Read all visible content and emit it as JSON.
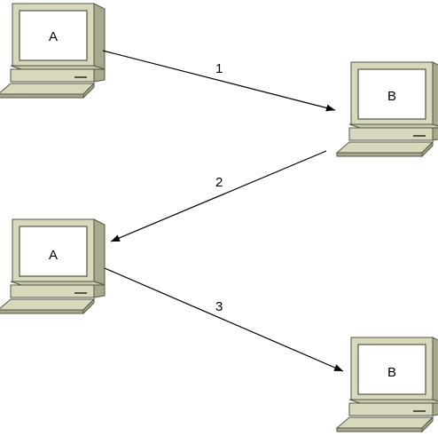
{
  "computers": [
    {
      "id": "top-left",
      "label": "A"
    },
    {
      "id": "top-right",
      "label": "B"
    },
    {
      "id": "middle-left",
      "label": "A"
    },
    {
      "id": "bottom-right",
      "label": "B"
    }
  ],
  "steps": [
    {
      "number": "1",
      "from": "A",
      "to": "B"
    },
    {
      "number": "2",
      "from": "B",
      "to": "A"
    },
    {
      "number": "3",
      "from": "A",
      "to": "B"
    }
  ],
  "colors": {
    "computer_body": "#d8d8bc",
    "computer_shade": "#a8a88c",
    "computer_outline": "#555544",
    "screen": "#ffffff",
    "arrow": "#000000"
  }
}
